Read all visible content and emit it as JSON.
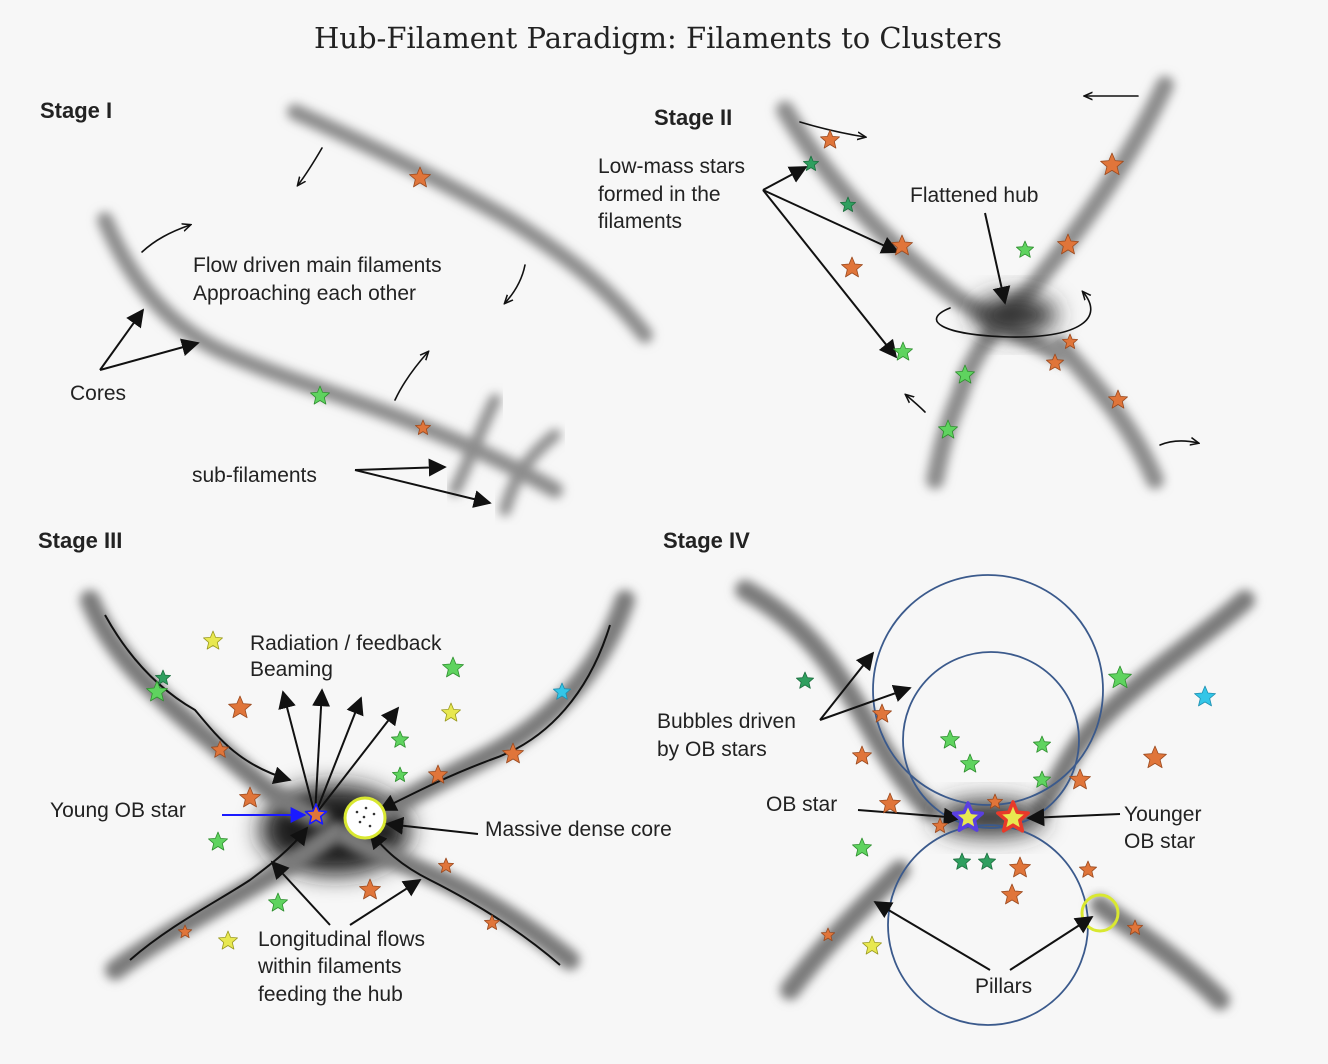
{
  "title": "Hub-Filament Paradigm: Filaments to Clusters",
  "stages": {
    "s1": {
      "heading": "Stage I",
      "labels": {
        "flow_line1": "Flow driven main filaments",
        "flow_line2": "Approaching each other",
        "cores": "Cores",
        "subfilaments": "sub-filaments"
      }
    },
    "s2": {
      "heading": "Stage II",
      "labels": {
        "lowmass_line1": "Low-mass stars",
        "lowmass_line2": "formed in the",
        "lowmass_line3": "filaments",
        "hub": "Flattened hub"
      }
    },
    "s3": {
      "heading": "Stage III",
      "labels": {
        "radiation_line1": "Radiation / feedback",
        "radiation_line2": "Beaming",
        "young_ob": "Young OB star",
        "massive_core": "Massive dense core",
        "flows_line1": "Longitudinal flows",
        "flows_line2": "within filaments",
        "flows_line3": "feeding the hub"
      }
    },
    "s4": {
      "heading": "Stage IV",
      "labels": {
        "bubbles_line1": "Bubbles driven",
        "bubbles_line2": "by OB stars",
        "ob_star": "OB star",
        "younger_line1": "Younger",
        "younger_line2": "OB star",
        "pillars": "Pillars"
      }
    }
  },
  "colors": {
    "background": "#f7f7f7",
    "filament": "#8c8c8c",
    "star_orange": "#e0753a",
    "star_green": "#5fd35f",
    "star_teal": "#2f9f5f",
    "star_yellow": "#e8e850",
    "star_cyan": "#33c6e8",
    "star_blue_outline": "#5a3fe0",
    "star_red": "#e83a2a",
    "bubble": "#3b5a8c",
    "beam_arrow": "#1a1aff",
    "core_ring": "#d9e830"
  },
  "icons": [
    "star-icon",
    "arrow-icon",
    "bubble-circle",
    "dense-core-icon"
  ]
}
